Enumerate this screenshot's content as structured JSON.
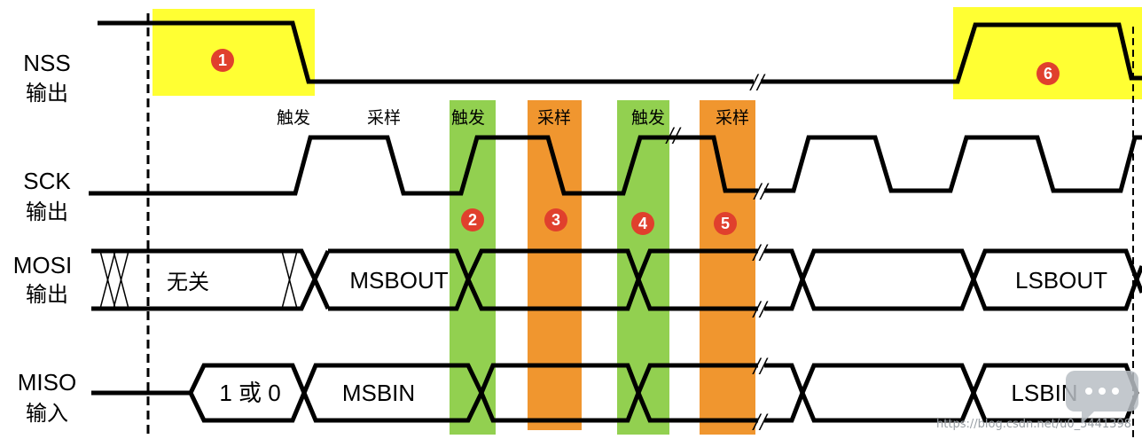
{
  "signals": [
    {
      "name": "NSS",
      "dir": "输出"
    },
    {
      "name": "SCK",
      "dir": "输出"
    },
    {
      "name": "MOSI",
      "dir": "输出"
    },
    {
      "name": "MISO",
      "dir": "输入"
    }
  ],
  "edge_labels": [
    "触发",
    "采样",
    "触发",
    "采样",
    "触发",
    "采样"
  ],
  "mosi_boxes": [
    "无关",
    "MSBOUT",
    "LSBOUT"
  ],
  "miso_boxes": [
    "1 或 0",
    "MSBIN",
    "LSBIN"
  ],
  "step_markers": [
    "1",
    "2",
    "3",
    "4",
    "5",
    "6"
  ],
  "colors": {
    "yellow_highlight": "#ffff33",
    "green_highlight": "#92d050",
    "orange_highlight": "#f0962f",
    "marker_red": "#e0402d"
  },
  "watermark": "https://blog.csdn.net/u0_5441398"
}
